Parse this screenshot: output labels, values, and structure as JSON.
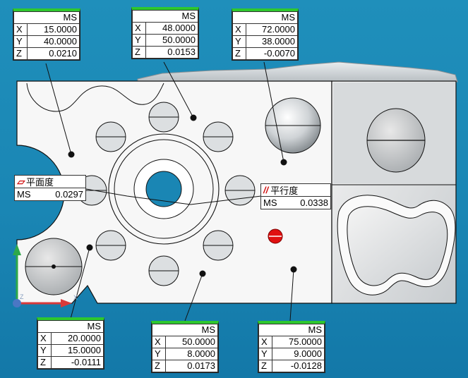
{
  "callouts": [
    {
      "id": "c1",
      "header": "MS",
      "rows": [
        {
          "axis": "X",
          "value": "15.0000"
        },
        {
          "axis": "Y",
          "value": "40.0000"
        },
        {
          "axis": "Z",
          "value": "0.0210"
        }
      ]
    },
    {
      "id": "c2",
      "header": "MS",
      "rows": [
        {
          "axis": "X",
          "value": "48.0000"
        },
        {
          "axis": "Y",
          "value": "50.0000"
        },
        {
          "axis": "Z",
          "value": "0.0153"
        }
      ]
    },
    {
      "id": "c3",
      "header": "MS",
      "rows": [
        {
          "axis": "X",
          "value": "72.0000"
        },
        {
          "axis": "Y",
          "value": "38.0000"
        },
        {
          "axis": "Z",
          "value": "-0.0070"
        }
      ]
    },
    {
      "id": "c4",
      "header": "MS",
      "rows": [
        {
          "axis": "X",
          "value": "20.0000"
        },
        {
          "axis": "Y",
          "value": "15.0000"
        },
        {
          "axis": "Z",
          "value": "-0.0111"
        }
      ]
    },
    {
      "id": "c5",
      "header": "MS",
      "rows": [
        {
          "axis": "X",
          "value": "50.0000"
        },
        {
          "axis": "Y",
          "value": "8.0000"
        },
        {
          "axis": "Z",
          "value": "0.0173"
        }
      ]
    },
    {
      "id": "c6",
      "header": "MS",
      "rows": [
        {
          "axis": "X",
          "value": "75.0000"
        },
        {
          "axis": "Y",
          "value": "9.0000"
        },
        {
          "axis": "Z",
          "value": "-0.0128"
        }
      ]
    }
  ],
  "flatness": {
    "symbol": "▱",
    "label": "平面度",
    "key": "MS",
    "value": "0.0297"
  },
  "parallelism": {
    "symbol": "//",
    "label": "平行度",
    "key": "MS",
    "value": "0.0338"
  },
  "axes": {
    "z_label": "Z",
    "x_label": "X"
  },
  "colors": {
    "background": "#1a86b4",
    "callout_bar": "#2ec82e",
    "tol_symbol": "#d01010",
    "marker": "#e01010"
  }
}
